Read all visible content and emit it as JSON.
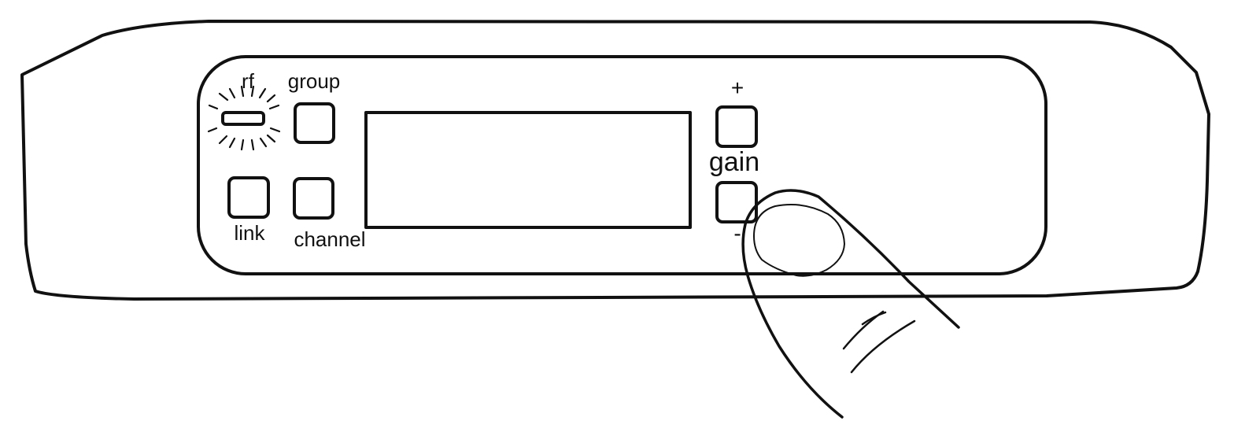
{
  "labels": {
    "rf": "rf",
    "group": "group",
    "link": "link",
    "channel": "channel",
    "gain": "gain",
    "plus": "+",
    "minus": "-"
  },
  "state": {
    "rf_led": "blinking",
    "finger_pressing": "gain-down-button"
  },
  "colors": {
    "line": "#111111",
    "background": "#ffffff"
  }
}
